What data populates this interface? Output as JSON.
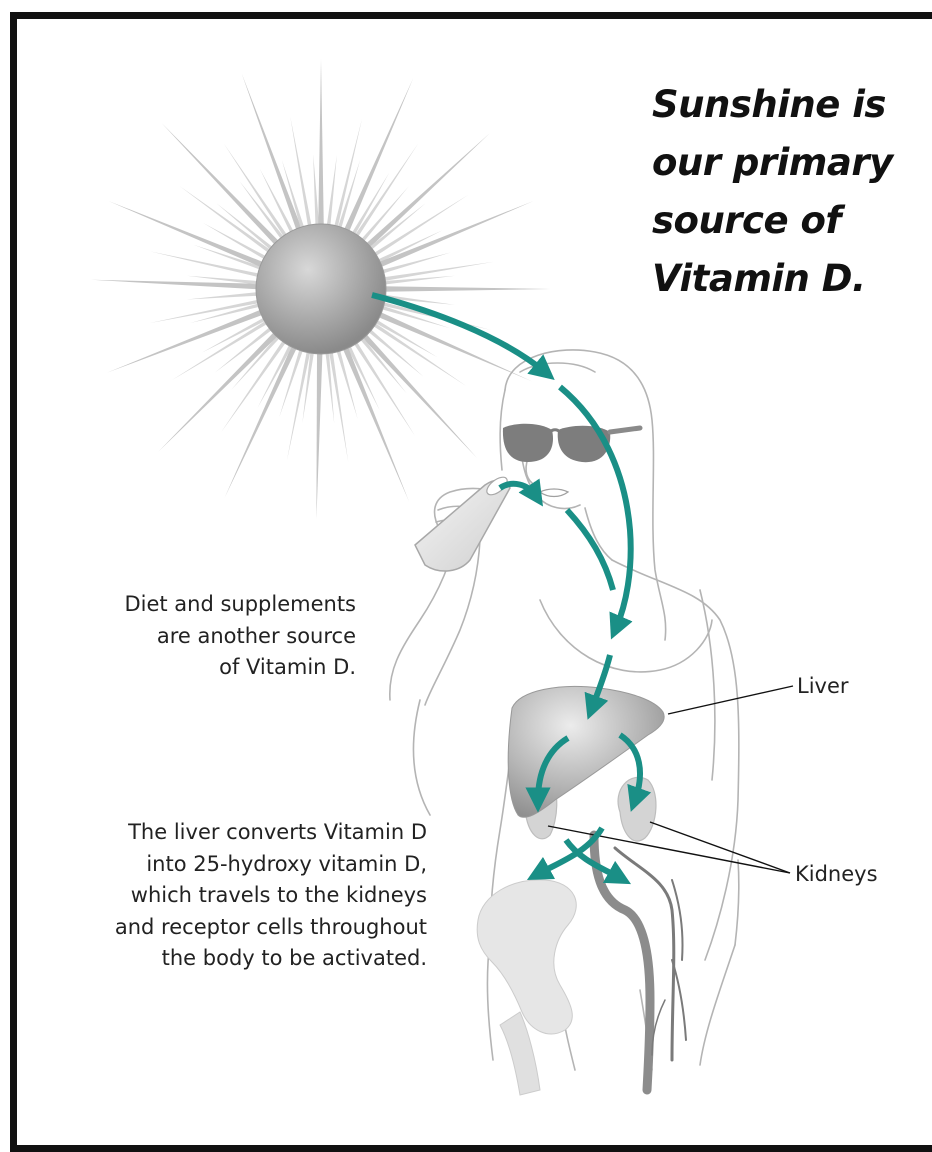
{
  "headline": {
    "lines": [
      "Sunshine is",
      "our primary",
      "source of",
      "Vitamin D."
    ]
  },
  "captions": {
    "diet": [
      "Diet and supplements",
      "are another source",
      "of Vitamin D."
    ],
    "liver": [
      "The liver converts Vitamin D",
      "into 25-hydroxy vitamin D,",
      "which travels to the kidneys",
      "and receptor cells throughout",
      "the body to be activated."
    ]
  },
  "labels": {
    "liver": "Liver",
    "kidneys": "Kidneys"
  },
  "colors": {
    "arrow": "#1a8f86",
    "frame": "#111111",
    "outline": "#b0b0b0"
  }
}
